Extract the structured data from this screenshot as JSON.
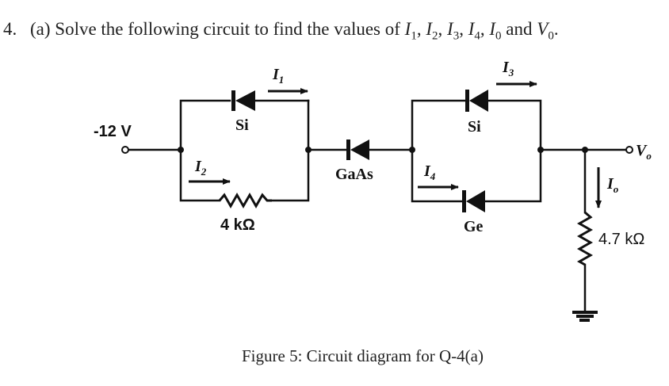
{
  "question": {
    "number": "4.",
    "text": "(a) Solve the following circuit to find the values of",
    "variables": [
      {
        "sym": "I",
        "sub": "1"
      },
      {
        "sym": "I",
        "sub": "2"
      },
      {
        "sym": "I",
        "sub": "3"
      },
      {
        "sym": "I",
        "sub": "4"
      },
      {
        "sym": "I",
        "sub": "0"
      }
    ],
    "and_word": "and",
    "last_variable": {
      "sym": "V",
      "sub": "0"
    },
    "end": "."
  },
  "circuit": {
    "input_voltage": "-12 V",
    "output_label": {
      "sym": "V",
      "sub": "o"
    },
    "components": {
      "diode_top_left": "Si",
      "resistor_left": "4 kΩ",
      "diode_middle": "GaAs",
      "diode_top_right": "Si",
      "diode_bottom_right": "Ge",
      "resistor_load": "4.7 kΩ"
    },
    "currents": {
      "I1": {
        "sym": "I",
        "sub": "1"
      },
      "I2": {
        "sym": "I",
        "sub": "2"
      },
      "I3": {
        "sym": "I",
        "sub": "3"
      },
      "I4": {
        "sym": "I",
        "sub": "4"
      },
      "Io": {
        "sym": "I",
        "sub": "o"
      }
    }
  },
  "caption": "Figure 5: Circuit diagram for Q-4(a)"
}
